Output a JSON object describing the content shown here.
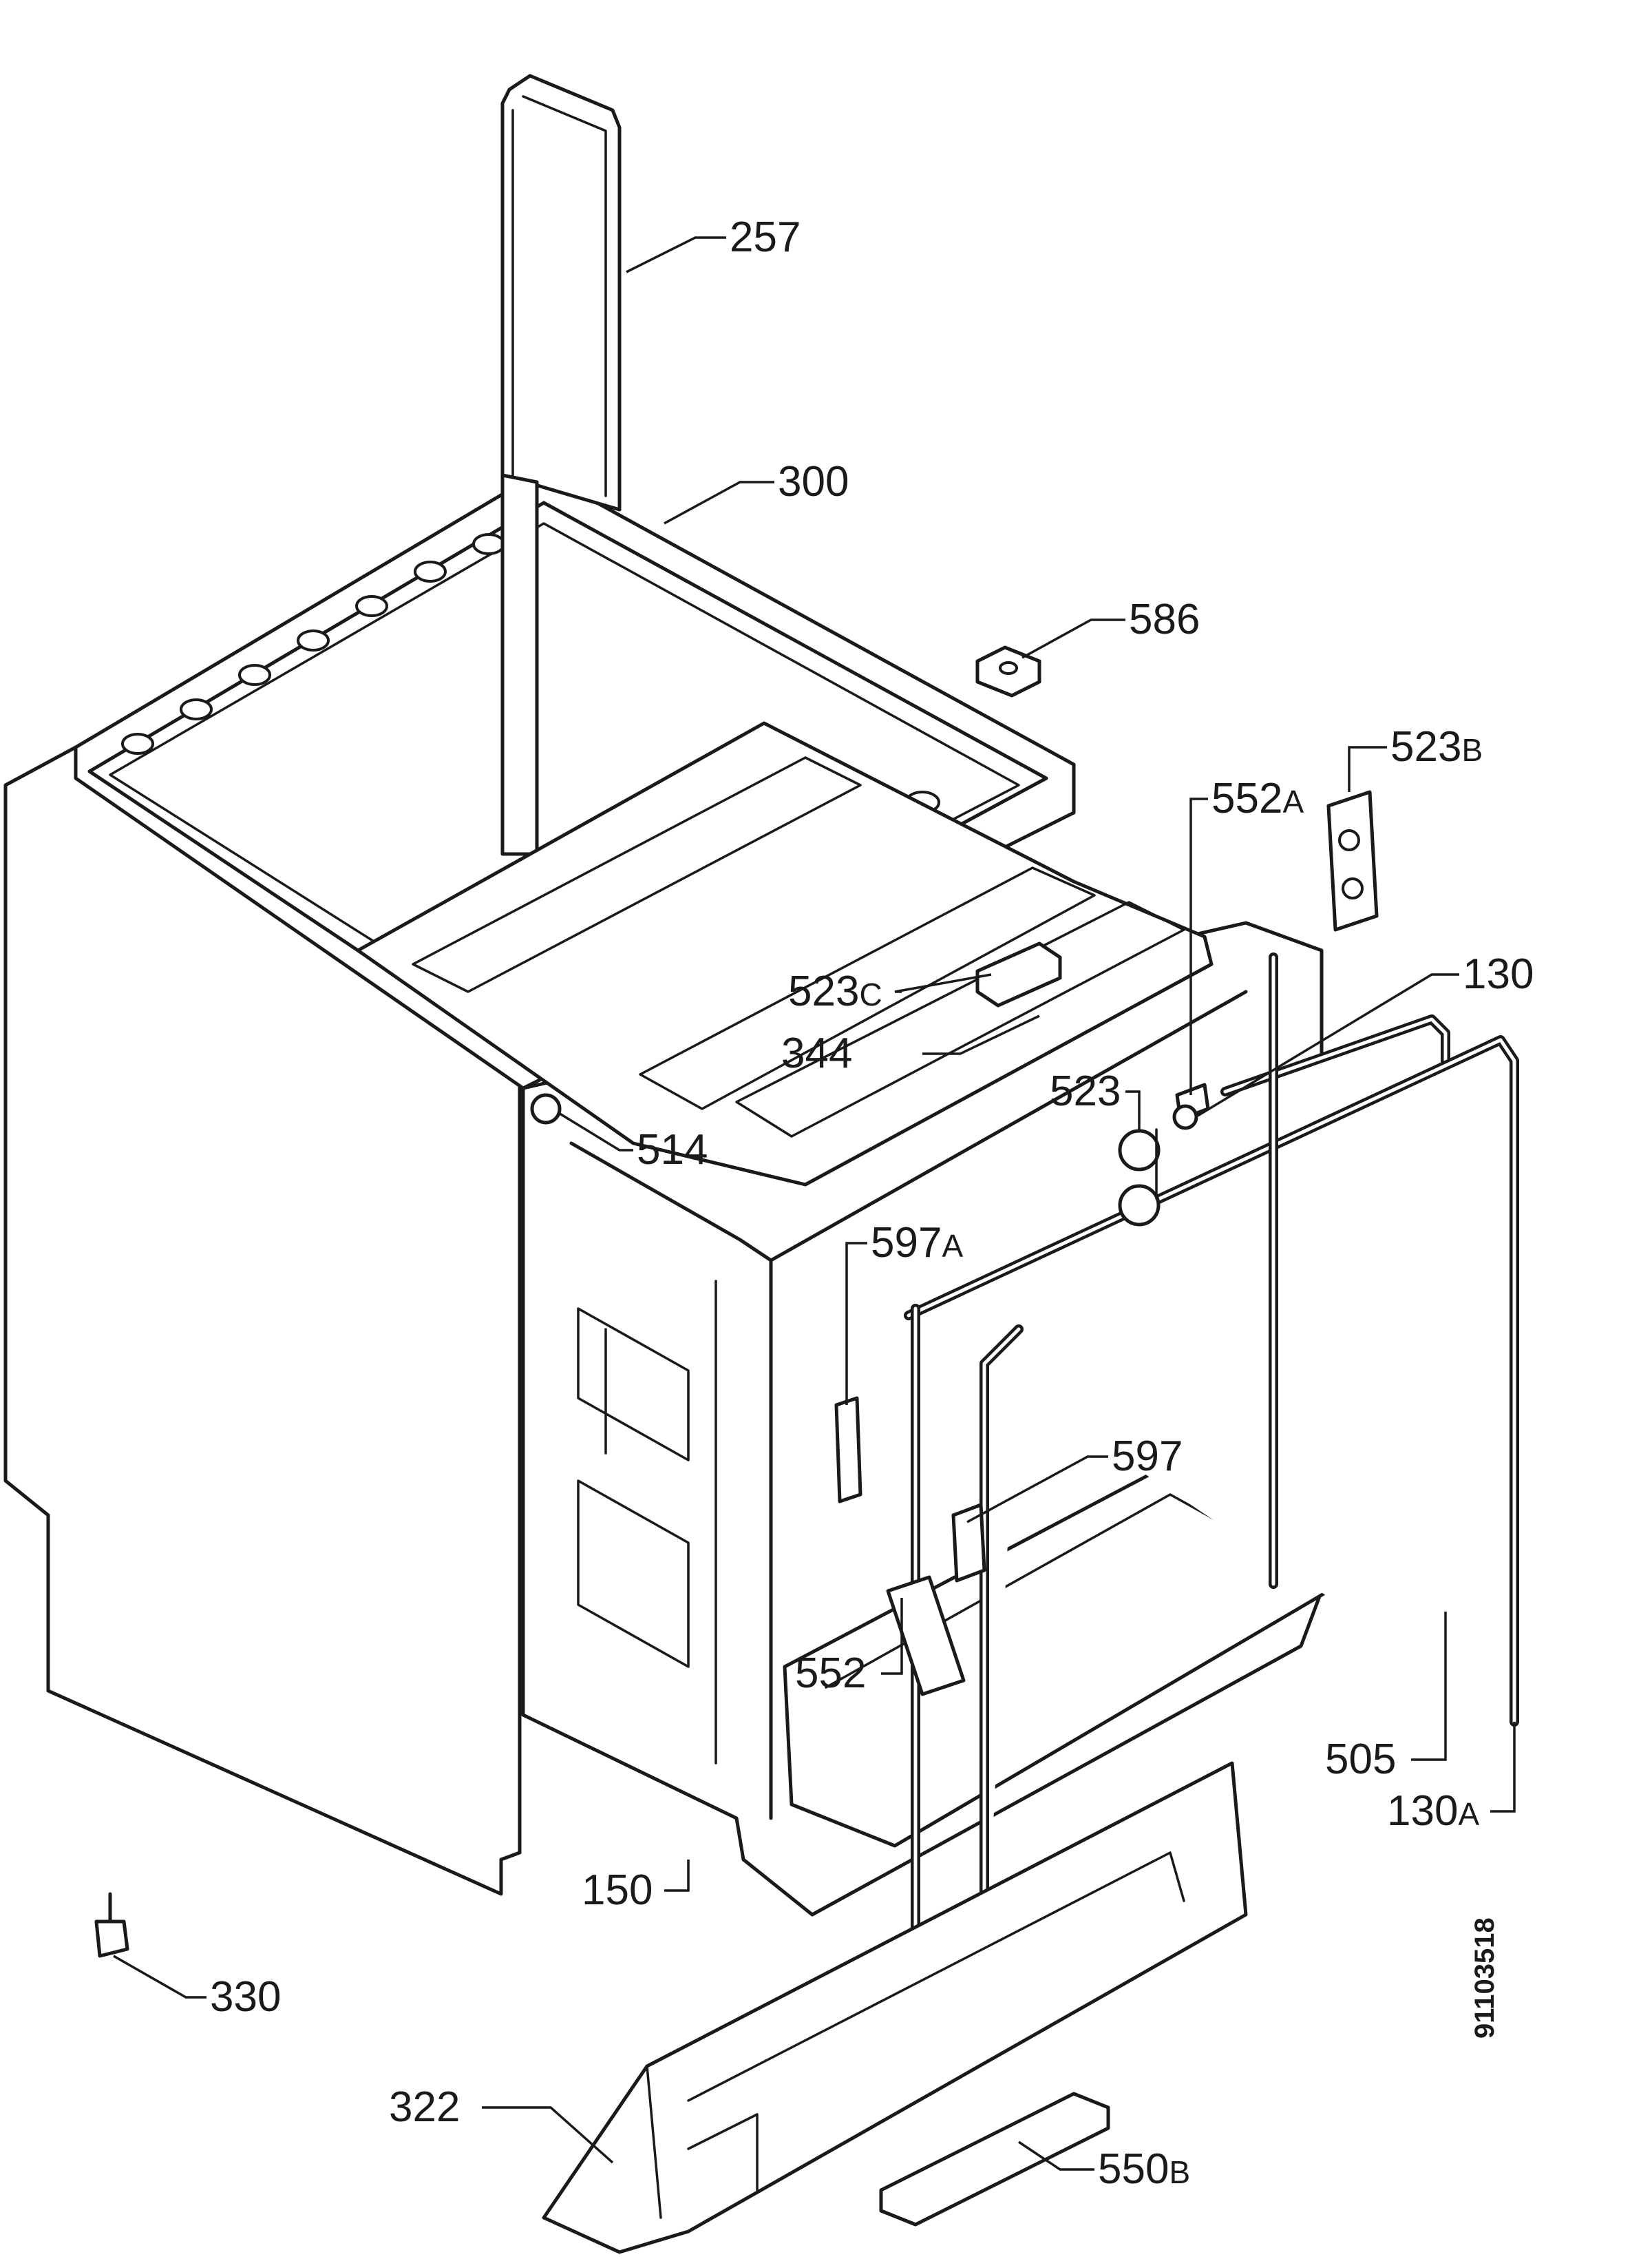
{
  "callouts": [
    {
      "id": "c257",
      "label": "257",
      "suffix": ""
    },
    {
      "id": "c300",
      "label": "300",
      "suffix": ""
    },
    {
      "id": "c586",
      "label": "586",
      "suffix": ""
    },
    {
      "id": "c523b",
      "label": "523",
      "suffix": "B"
    },
    {
      "id": "c552a",
      "label": "552",
      "suffix": "A"
    },
    {
      "id": "c130",
      "label": "130",
      "suffix": ""
    },
    {
      "id": "c523c",
      "label": "523",
      "suffix": "C"
    },
    {
      "id": "c344",
      "label": "344",
      "suffix": ""
    },
    {
      "id": "c523",
      "label": "523",
      "suffix": ""
    },
    {
      "id": "c514",
      "label": "514",
      "suffix": ""
    },
    {
      "id": "c597a",
      "label": "597",
      "suffix": "A"
    },
    {
      "id": "c597",
      "label": "597",
      "suffix": ""
    },
    {
      "id": "c552",
      "label": "552",
      "suffix": ""
    },
    {
      "id": "c505",
      "label": "505",
      "suffix": ""
    },
    {
      "id": "c130a",
      "label": "130",
      "suffix": "A"
    },
    {
      "id": "c150",
      "label": "150",
      "suffix": ""
    },
    {
      "id": "c330",
      "label": "330",
      "suffix": ""
    },
    {
      "id": "c322",
      "label": "322",
      "suffix": ""
    },
    {
      "id": "c550b",
      "label": "550",
      "suffix": "B"
    }
  ],
  "document_number": "91103518",
  "colors": {
    "line": "#1a1a1a",
    "background": "#ffffff"
  }
}
